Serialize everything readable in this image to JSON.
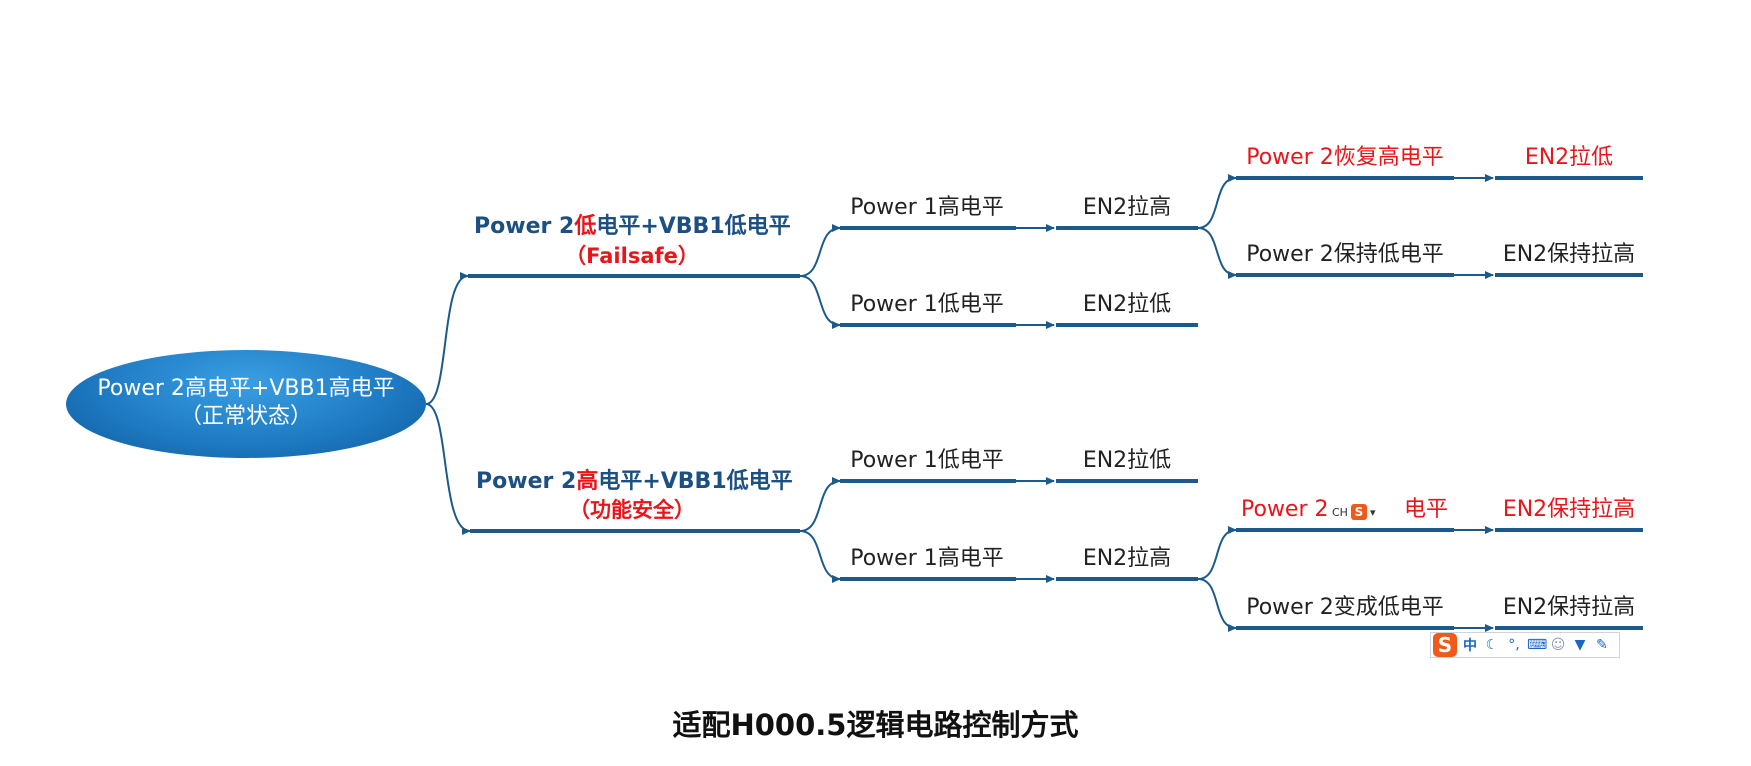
{
  "root": {
    "line1": "Power 2高电平+VBB1高电平",
    "line2": "（正常状态）"
  },
  "branch_a": {
    "prefix": "Power 2",
    "emph": "低",
    "suffix": "电平+VBB1低电平",
    "note": "（Failsafe）"
  },
  "branch_b": {
    "prefix": "Power 2",
    "emph": "高",
    "suffix": "电平+VBB1低电平",
    "note": "（功能安全）"
  },
  "nodes": {
    "a_p1_high": "Power 1高电平",
    "a_en2_high": "EN2拉高",
    "a_p2_recover": "Power 2恢复高电平",
    "a_en2_low_red": "EN2拉低",
    "a_p2_keep_low": "Power 2保持低电平",
    "a_en2_keep_high": "EN2保持拉高",
    "a_p1_low": "Power 1低电平",
    "a_en2_low": "EN2拉低",
    "b_p1_low": "Power 1低电平",
    "b_en2_low": "EN2拉低",
    "b_p1_high": "Power 1高电平",
    "b_en2_high": "EN2拉高",
    "b_p2_hidden_left": "Power 2",
    "b_p2_hidden_right": "电平",
    "b_en2_keep_high_red": "EN2保持拉高",
    "b_p2_to_low": "Power 2变成低电平",
    "b_en2_keep_high": "EN2保持拉高"
  },
  "title": "适配H000.5逻辑电路控制方式",
  "ime": {
    "logo": "S",
    "mode": "中",
    "small_text": "CH",
    "icons": [
      "moon-icon",
      "punctuation-icon",
      "keyboard-icon",
      "user-icon",
      "shirt-icon",
      "wrench-icon"
    ]
  },
  "colors": {
    "line": "#1c5a8c",
    "red": "#e8151b",
    "blue_text": "#1c4f82",
    "root_fill": "#1f7cc4"
  }
}
